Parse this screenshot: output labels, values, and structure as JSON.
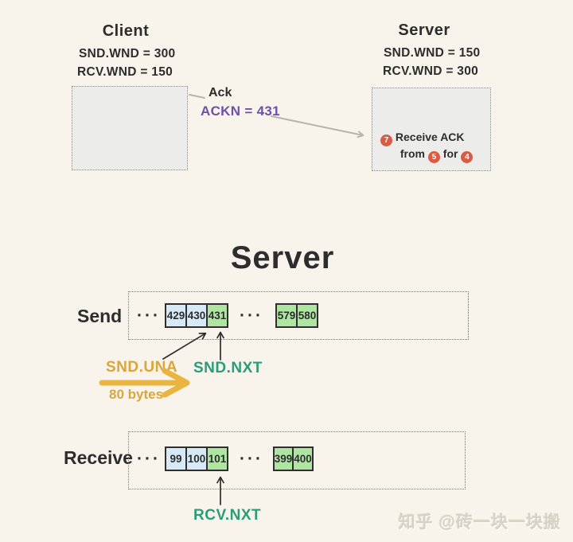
{
  "ellipsis": "···",
  "colors": {
    "background": "#f8f4ec",
    "ink": "#2d2d2d",
    "gray_arrow": "#b9b3a8",
    "ackn_purple": "#6f4fa8",
    "step_badge_orange": "#d95b43",
    "pointer_yellow": "#d9a63c",
    "pointer_teal": "#2a9d78",
    "cell_acked_blue": "#d5eaf6",
    "cell_window_green": "#aee6a1",
    "state_box_fill": "#ececeb"
  },
  "top": {
    "client": {
      "title": "Client",
      "snd_wnd": "SND.WND = 300",
      "rcv_wnd": "RCV.WND = 150"
    },
    "server": {
      "title": "Server",
      "snd_wnd": "SND.WND = 150",
      "rcv_wnd": "RCV.WND = 300",
      "note": {
        "step": "7",
        "line1": "Receive ACK",
        "from_word": "from",
        "from_step": "5",
        "for_word": "for",
        "for_step": "4"
      }
    },
    "ack": {
      "label": "Ack",
      "ackn": "ACKN = 431"
    }
  },
  "middle": {
    "title": "Server"
  },
  "send": {
    "label": "Send",
    "cells": [
      "429",
      "430",
      "431",
      "579",
      "580"
    ],
    "snd_una": "SND.UNA",
    "bytes": "80 bytes",
    "snd_nxt": "SND.NXT"
  },
  "receive": {
    "label": "Receive",
    "cells": [
      "99",
      "100",
      "101",
      "399",
      "400"
    ],
    "rcv_nxt": "RCV.NXT"
  },
  "watermark": "知乎 @砖一块一块搬"
}
